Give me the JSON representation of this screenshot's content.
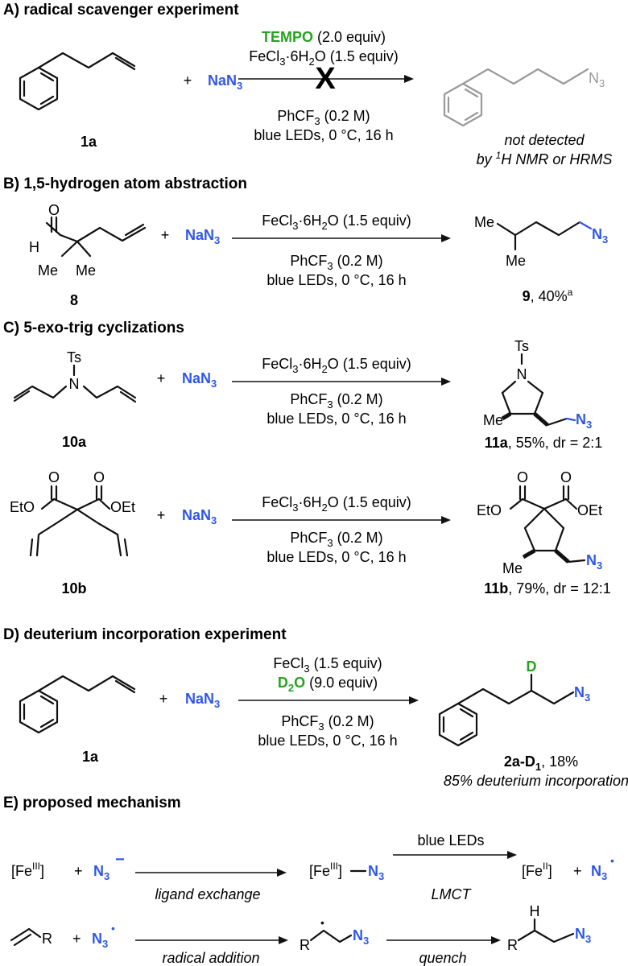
{
  "sections": {
    "a": "A) radical scavenger experiment",
    "b": "B) 1,5-hydrogen atom abstraction",
    "c": "C) 5-exo-trig cyclizations",
    "d": "D) deuterium incorporation experiment",
    "e": "E) proposed mechanism"
  },
  "common": {
    "plus": "+",
    "nan3_main": "NaN",
    "sub3": "3",
    "fecl3_hydrate": "FeCl",
    "fecl3_hydrate_tail": "·6H",
    "sub2": "2",
    "o_close": "O (1.5 equiv)",
    "solvent": "PhCF",
    "solvent_tail": " (0.2 M)",
    "light": "blue LEDs, 0 °C, 16 h",
    "me": "Me",
    "n3": "N",
    "ts": "Ts",
    "n": "N",
    "o": "O",
    "h": "H",
    "eto": "EtO",
    "oet": "OEt"
  },
  "a": {
    "tempo": "TEMPO",
    "tempo_equiv": " (2.0 equiv)",
    "fecl3_a_close": "O (1.5 equiv)",
    "block": "X",
    "substrate_label": "1a",
    "not_detected": "not detected",
    "by": "by ",
    "sup1": "1",
    "nmr": "H NMR or HRMS"
  },
  "b": {
    "substrate_label": "8",
    "product_label": "9",
    "yield": ", 40%",
    "footnote": "a"
  },
  "c": {
    "sub1_label": "10a",
    "prod1_label": "11a",
    "prod1_yield": ", 55%, dr = 2:1",
    "sub2_label": "10b",
    "prod2_label": "11b",
    "prod2_yield": ", 79%, dr = 12:1"
  },
  "d": {
    "fecl3": "FeCl",
    "fecl3_equiv": " (1.5 equiv)",
    "d2o_d": "D",
    "d2o_o": "O",
    "d2o_equiv": " (9.0 equiv)",
    "deut": "D",
    "substrate_label": "1a",
    "product_label": "2a-D",
    "product_sub": "1",
    "yield": ", 18%",
    "incorporation": "85% deuterium incorporation"
  },
  "e": {
    "fe3_open": "[Fe",
    "fe3_sup": "III",
    "fe_close": "]",
    "fe2_sup": "II",
    "minus": "−",
    "dot": "•",
    "ligand_exchange": "ligand exchange",
    "blue_leds": "blue LEDs",
    "lmct": "LMCT",
    "r": "R",
    "radical_addition": "radical addition",
    "quench": "quench",
    "h": "H"
  },
  "colors": {
    "text": "#111111",
    "azide_blue": "#2f56e8",
    "reagent_green": "#26a31e",
    "faded_gray": "#9a9a9a"
  }
}
